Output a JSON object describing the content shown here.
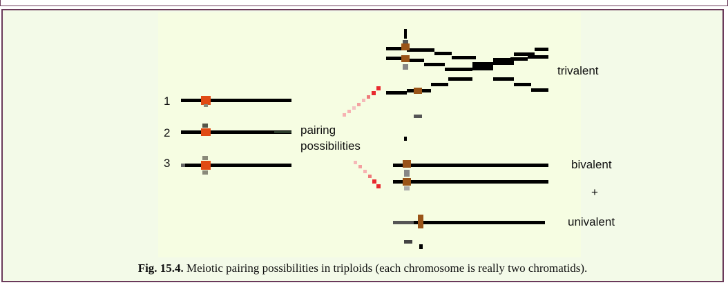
{
  "colors": {
    "frame": "#6a3a5a",
    "background": "#f3fae8",
    "panel": "#f6fde2",
    "chromosome": "#000000",
    "centromere": "#b35a1a",
    "pairing_arrow": "#e8292e"
  },
  "diagram": {
    "chromosomes": [
      {
        "number": "1"
      },
      {
        "number": "2"
      },
      {
        "number": "3"
      }
    ],
    "pairing_label_line1": "pairing",
    "pairing_label_line2": "possibilities",
    "trivalent_label": "trivalent",
    "bivalent_label": "bivalent",
    "plus_label": "+",
    "univalent_label": "univalent"
  },
  "caption": {
    "prefix": "Fig. 15.4.",
    "text": " Meiotic pairing possibilities in triploids (each chromosome is really two chromatids)."
  }
}
